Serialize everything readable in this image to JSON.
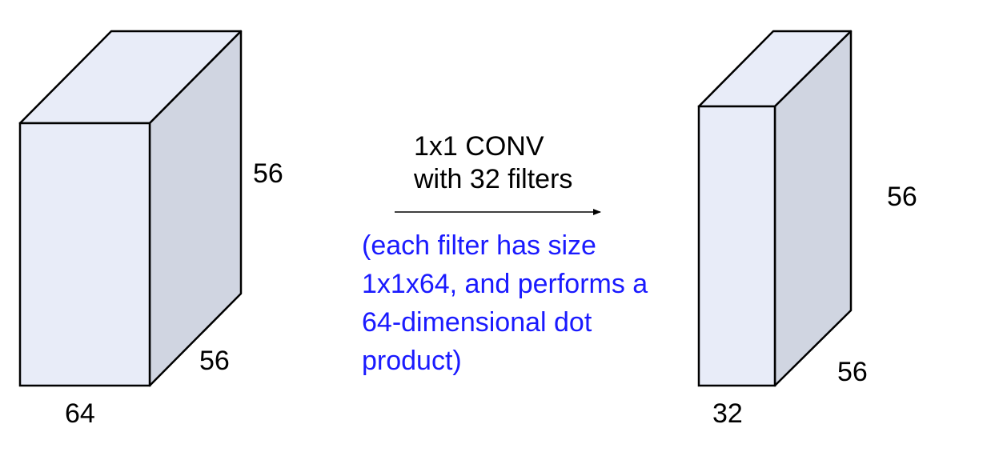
{
  "input_volume": {
    "depth": "56",
    "height": "56",
    "width": "64"
  },
  "operation": {
    "title_line1": "1x1 CONV",
    "title_line2": "with 32 filters",
    "note_lines": [
      "(each filter has size",
      "1x1x64, and performs a",
      "64-dimensional dot",
      "product)"
    ]
  },
  "output_volume": {
    "depth": "56",
    "height": "56",
    "width": "32"
  },
  "colors": {
    "front_face": "#e8ecf8",
    "top_face": "#e8ecf8",
    "side_face": "#d0d5e1",
    "edge": "#000000",
    "note_text": "#1a1aff"
  }
}
